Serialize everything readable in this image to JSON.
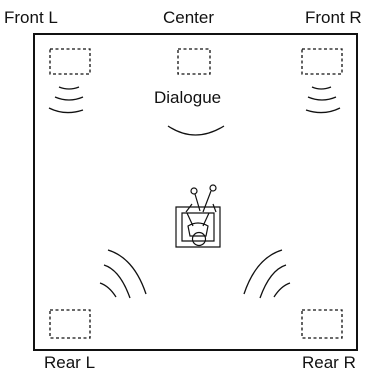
{
  "labels": {
    "front_l": "Front L",
    "center": "Center",
    "front_r": "Front R",
    "dialogue": "Dialogue",
    "rear_l": "Rear L",
    "rear_r": "Rear R"
  },
  "colors": {
    "stroke": "#111111",
    "background": "#ffffff"
  }
}
